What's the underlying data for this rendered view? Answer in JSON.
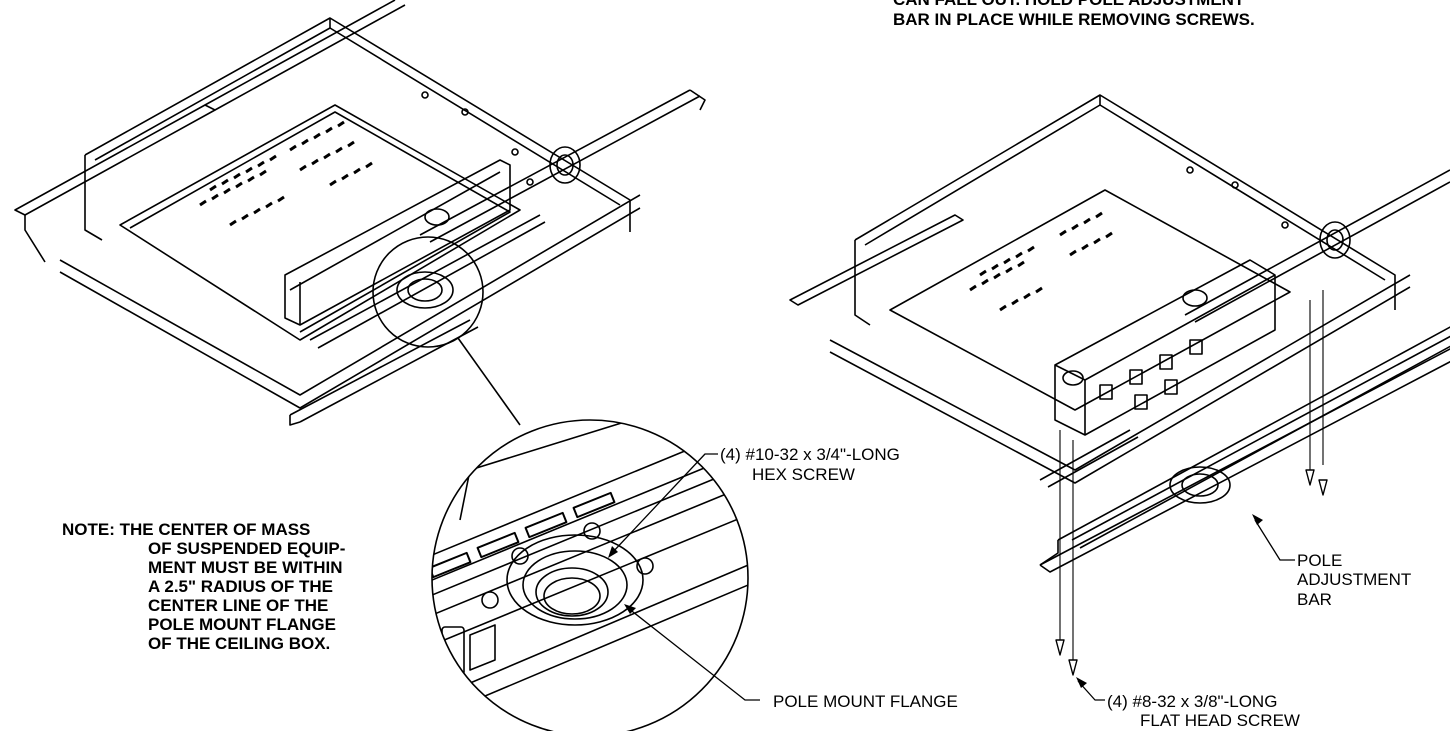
{
  "warning": {
    "line1": "CAN FALL OUT. HOLD POLE ADJUSTMENT",
    "line2": "BAR IN PLACE WHILE REMOVING SCREWS."
  },
  "labels": {
    "hex_screw_line1": "(4) #10-32 x 3/4\"-LONG",
    "hex_screw_line2": "HEX SCREW",
    "pole_mount_flange": "POLE MOUNT FLANGE",
    "pole_bar_line1": "POLE",
    "pole_bar_line2": "ADJUSTMENT",
    "pole_bar_line3": "BAR",
    "flat_screw_line1": "(4) #8-32 x 3/8\"-LONG",
    "flat_screw_line2": "FLAT HEAD SCREW"
  },
  "note": {
    "lines": [
      "NOTE: THE CENTER OF MASS",
      "OF SUSPENDED EQUIP-",
      "MENT MUST BE WITHIN",
      "A 2.5\" RADIUS OF THE",
      "CENTER LINE OF THE",
      "POLE MOUNT FLANGE",
      "OF THE CEILING BOX."
    ]
  }
}
